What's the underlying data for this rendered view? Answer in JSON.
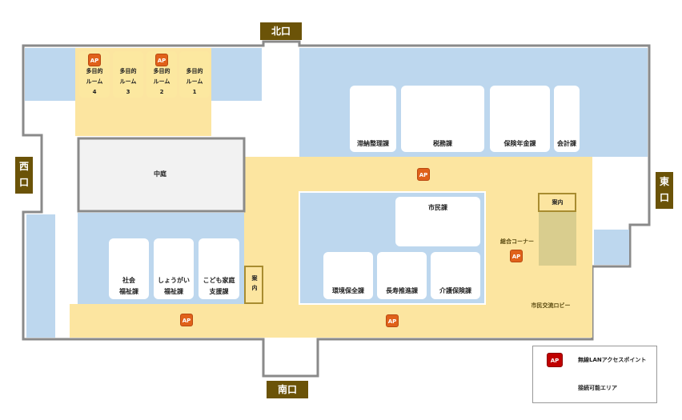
{
  "entrances": {
    "north": "北口",
    "south": "南口",
    "west": "西口",
    "east": "東口"
  },
  "meeting_rooms": [
    {
      "ap": "AP",
      "name1": "多目的",
      "name2": "ルーム",
      "num": "4"
    },
    {
      "ap": "",
      "name1": "多目的",
      "name2": "ルーム",
      "num": "3"
    },
    {
      "ap": "AP",
      "name1": "多目的",
      "name2": "ルーム",
      "num": "2"
    },
    {
      "ap": "",
      "name1": "多目的",
      "name2": "ルーム",
      "num": "1"
    }
  ],
  "rooms": {
    "tax_arrears": "滞納整理課",
    "tax": "税務課",
    "insurance_pension": "保険年金課",
    "accounting": "会計課",
    "courtyard": "中庭",
    "citizen": "市民課",
    "env_insurance": "環境保全課",
    "longevity": "長寿推進課",
    "care_insurance": "介護保険課",
    "social_welfare_1": "社会",
    "social_welfare_2": "福祉課",
    "disability_1": "しょうがい",
    "disability_2": "福祉課",
    "child_family_1": "こども家庭",
    "child_family_2": "支援課"
  },
  "info_desk_right": "案内",
  "info_desk_left_1": "案",
  "info_desk_left_2": "内",
  "general_corner": "総合コーナー",
  "lobby": "市民交流ロビー",
  "ap_label": "AP",
  "legend": {
    "ap_symbol": "AP",
    "ap_text": "無線LANアクセスポイント",
    "area_text": "接続可能エリア"
  },
  "colors": {
    "office_blue": "#bdd7ee",
    "wifi_area": "#fce5a0",
    "ap_orange": "#e0611a",
    "entrance_brown": "#6b5308",
    "legend_ap_red": "#c00000"
  }
}
